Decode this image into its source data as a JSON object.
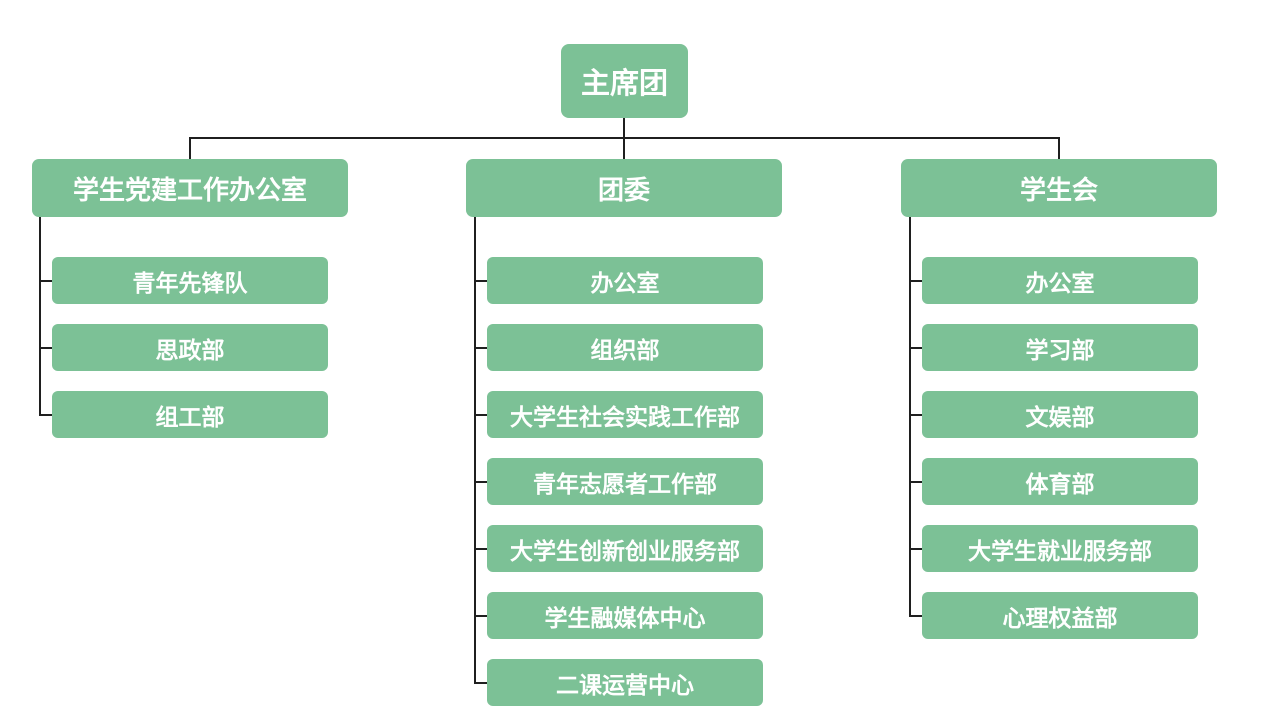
{
  "root": {
    "label": "主席团"
  },
  "branches": [
    {
      "label": "学生党建工作办公室",
      "children": [
        "青年先锋队",
        "思政部",
        "组工部"
      ]
    },
    {
      "label": "团委",
      "children": [
        "办公室",
        "组织部",
        "大学生社会实践工作部",
        "青年志愿者工作部",
        "大学生创新创业服务部",
        "学生融媒体中心",
        "二课运营中心"
      ]
    },
    {
      "label": "学生会",
      "children": [
        "办公室",
        "学习部",
        "文娱部",
        "体育部",
        "大学生就业服务部",
        "心理权益部"
      ]
    }
  ],
  "colors": {
    "node_fill": "#7cc196",
    "connector": "#1f1f1f",
    "text": "#ffffff"
  }
}
